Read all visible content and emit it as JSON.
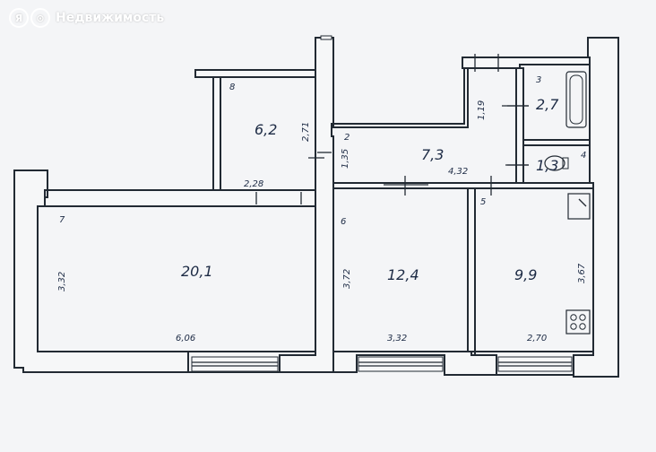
{
  "watermark": {
    "logo_text": "Я",
    "text": "Недвижимость"
  },
  "rooms": [
    {
      "id": "room-1",
      "number": "7",
      "area": "20,1"
    },
    {
      "id": "room-2",
      "number": "8",
      "area": "6,2"
    },
    {
      "id": "room-3",
      "number": "2",
      "area": "7,3"
    },
    {
      "id": "room-4",
      "number": "3",
      "area": "2,7"
    },
    {
      "id": "room-5",
      "number": "4",
      "area": "1,3"
    },
    {
      "id": "room-6",
      "number": "6",
      "area": "12,4"
    },
    {
      "id": "room-7",
      "number": "5",
      "area": "9,9"
    }
  ],
  "dimensions": {
    "d_3_32_left": "3,32",
    "d_6_06": "6,06",
    "d_2_71": "2,71",
    "d_2_28": "2,28",
    "d_1_35": "1,35",
    "d_4_32": "4,32",
    "d_1_19": "1,19",
    "d_3_72": "3,72",
    "d_3_32_bottom": "3,32",
    "d_3_67": "3,67",
    "d_2_70": "2,70"
  },
  "colors": {
    "line": "#222a33",
    "text": "#1c2a44",
    "paper": "#f4f5f7"
  }
}
